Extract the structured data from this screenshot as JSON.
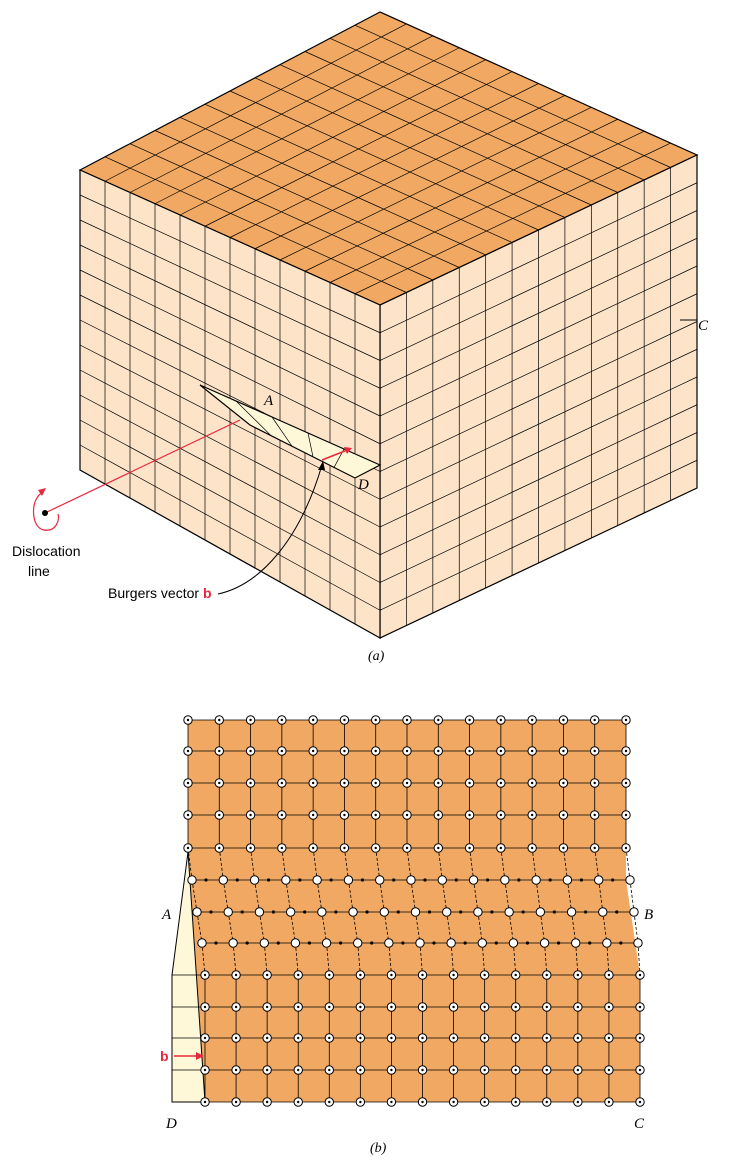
{
  "figure_a": {
    "label_A": "A",
    "label_C": "C",
    "label_D": "D",
    "dislocation_line_line1": "Dislocation",
    "dislocation_line_line2": "line",
    "burgers_prefix": "Burgers vector ",
    "burgers_symbol": "b",
    "caption": "(a)"
  },
  "figure_b": {
    "label_A": "A",
    "label_B": "B",
    "label_C": "C",
    "label_D": "D",
    "burgers_symbol": "b",
    "caption": "(b)"
  },
  "colors": {
    "top_face": "#f0a862",
    "front_face": "#fde3c8",
    "right_face": "#fde3c8",
    "slip_fill": "#fff8d8",
    "accent_red": "#e8283c",
    "line": "#000000"
  }
}
